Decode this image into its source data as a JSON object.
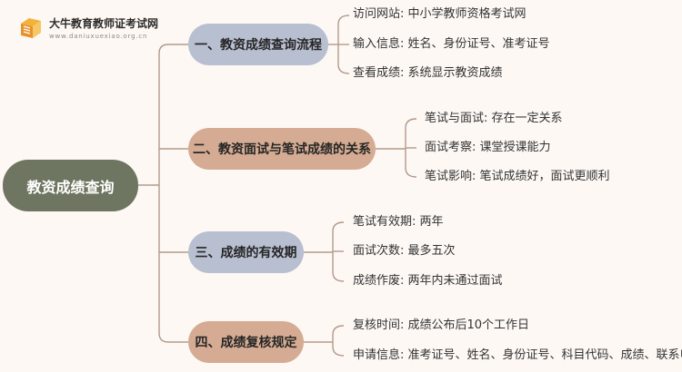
{
  "logo": {
    "name": "大牛教育教师证考试网",
    "url": "www.daniuxuexiao.org.cn",
    "icon": "book-logo-icon"
  },
  "root": {
    "label": "教资成绩查询",
    "color": "#6e7560"
  },
  "colors": {
    "line": "#b39a8a",
    "section_blue": "#b8bfd0",
    "section_tan": "#d5ac93"
  },
  "sections": [
    {
      "label": "一、教资成绩查询流程",
      "items": [
        "访问网站: 中小学教师资格考试网",
        "输入信息: 姓名、身份证号、准考证号",
        "查看成绩: 系统显示教资成绩"
      ]
    },
    {
      "label": "二、教资面试与笔试成绩的关系",
      "items": [
        "笔试与面试: 存在一定关系",
        "面试考察: 课堂授课能力",
        "笔试影响: 笔试成绩好，面试更顺利"
      ]
    },
    {
      "label": "三、成绩的有效期",
      "items": [
        "笔试有效期: 两年",
        "面试次数: 最多五次",
        "成绩作废: 两年内未通过面试"
      ]
    },
    {
      "label": "四、成绩复核规定",
      "items": [
        "复核时间: 成绩公布后10个工作日",
        "申请信息: 准考证号、姓名、身份证号、科目代码、成绩、联系电话"
      ]
    }
  ]
}
